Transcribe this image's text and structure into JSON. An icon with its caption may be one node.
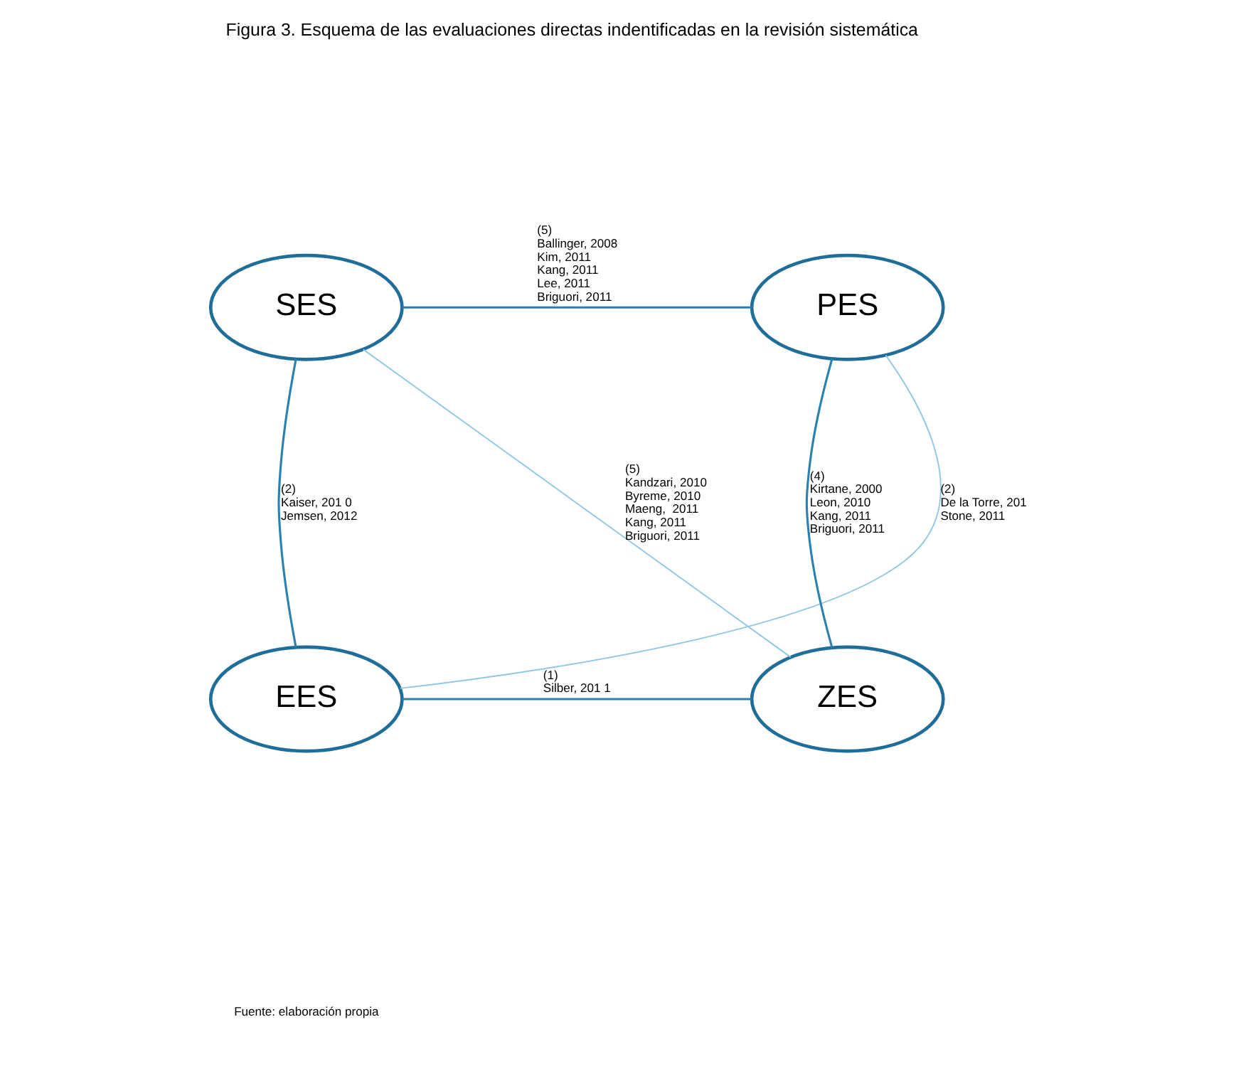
{
  "diagram": {
    "title": "Figura 3. Esquema de las evaluaciones directas indentificadas en la revisión sistemática",
    "caption": "Fuente: elaboración propia",
    "nodes": [
      {
        "text": [
          "SES"
        ]
      },
      {
        "text": [
          "PES"
        ]
      },
      {
        "text": [
          "EES"
        ]
      },
      {
        "text": [
          "ZES"
        ]
      }
    ],
    "edges": [
      {
        "from": 0,
        "to": 1,
        "arrow": "none",
        "label": [
          "(5)",
          "Ballinger, 2008",
          "Kim, 2011",
          "Kang, 2011",
          "Lee, 2011",
          "Briguori, 2011"
        ]
      },
      {
        "from": 0,
        "to": 2,
        "arrow": "none",
        "label": [
          "(2)",
          "Kaiser, 201 0",
          "Jemsen, 2012"
        ]
      },
      {
        "from": 1,
        "to": 3,
        "arrow": "none",
        "label": [
          "(4)",
          "Kirtane, 2000",
          "Leon, 2010",
          "Kang, 2011",
          "Briguori, 2011"
        ]
      },
      {
        "from": 0,
        "to": 3,
        "arrow": "none",
        "color": "#8fc6e6",
        "label": [
          "(5)",
          "Kandzari, 2010",
          "Byreme, 2010",
          "Maeng,  2011",
          "Kang, 2011",
          "Briguori, 2011"
        ]
      },
      {
        "from": 1,
        "to": 2,
        "arrow": "none",
        "color": "#8fc6e6",
        "label": [
          "(2)",
          "De la Torre, 201",
          "Stone, 2011"
        ]
      },
      {
        "from": 2,
        "to": 3,
        "arrow": "none",
        "label": [
          "(1)",
          "Silber, 201 1"
        ]
      }
    ]
  }
}
